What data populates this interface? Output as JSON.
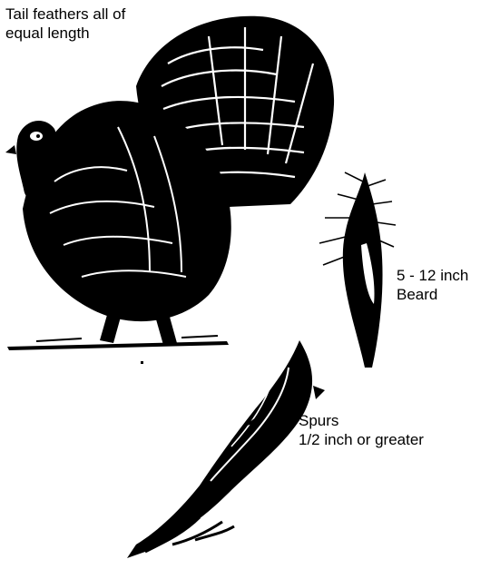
{
  "labels": {
    "tail": [
      "Tail feathers all of",
      "equal length"
    ],
    "beard": [
      "5 - 12 inch",
      "Beard"
    ],
    "spurs": [
      "Spurs",
      "1/2 inch or greater"
    ]
  },
  "illustrations": {
    "turkey": "strutting-turkey-silhouette",
    "beard": "beard-illustration",
    "spur": "turkey-leg-with-spur"
  },
  "colors": {
    "ink": "#000000",
    "paper": "#ffffff"
  }
}
